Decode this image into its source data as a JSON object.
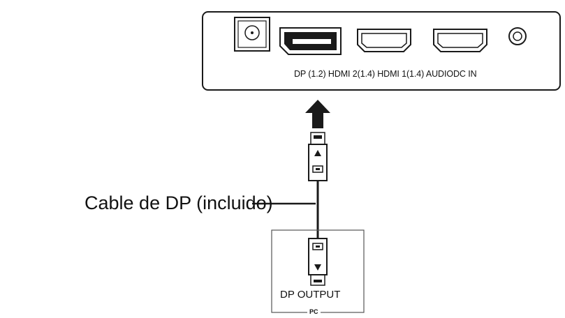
{
  "monitor": {
    "port_labels": "DP (1.2) HDMI 2(1.4) HDMI 1(1.4) AUDIODC IN"
  },
  "cable": {
    "label": "Cable de DP (incluido)"
  },
  "pc": {
    "output_label": "DP OUTPUT",
    "device_label": "PC"
  },
  "colors": {
    "line": "#1a1a1a",
    "background": "#ffffff"
  },
  "icons": [
    "dc-power-port-icon",
    "displayport-icon",
    "hdmi-port-icon",
    "audio-jack-icon",
    "arrow-up-icon",
    "dp-plug-icon"
  ]
}
